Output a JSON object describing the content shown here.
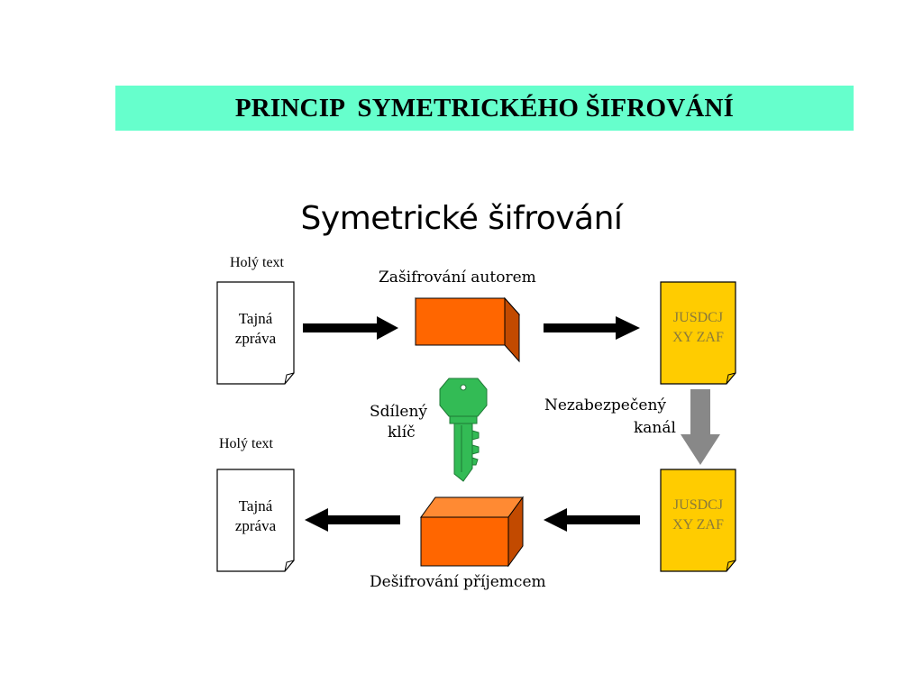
{
  "title": "PRINCIP  SYMETRICKÉHO ŠIFROVÁNÍ",
  "diagram": {
    "heading": "Symetrické šifrování",
    "plaintext_label_top": "Holý text",
    "plaintext_label_bottom": "Holý text",
    "plain_doc_top": {
      "line1": "Tajná",
      "line2": "zpráva"
    },
    "plain_doc_bottom": {
      "line1": "Tajná",
      "line2": "zpráva"
    },
    "cipher_doc_top": {
      "line1": "JUSDCJ",
      "line2": "XY ZAF"
    },
    "cipher_doc_bottom": {
      "line1": "JUSDCJ",
      "line2": "XY ZAF"
    },
    "encrypt_label": "Zašifrování autorem",
    "decrypt_label": "Dešifrování příjemcem",
    "key_label": {
      "line1": "Sdílený",
      "line2": "klíč"
    },
    "channel_label": {
      "line1": "Nezabezpečený",
      "line2": "kanál"
    }
  },
  "colors": {
    "title_bar": "#66ffcc",
    "box_front": "#ff6600",
    "box_top": "#ff8a33",
    "box_side": "#c24a00",
    "cipher_doc": "#ffcc00",
    "key": "#33bb55",
    "channel_arrow": "#888888"
  }
}
